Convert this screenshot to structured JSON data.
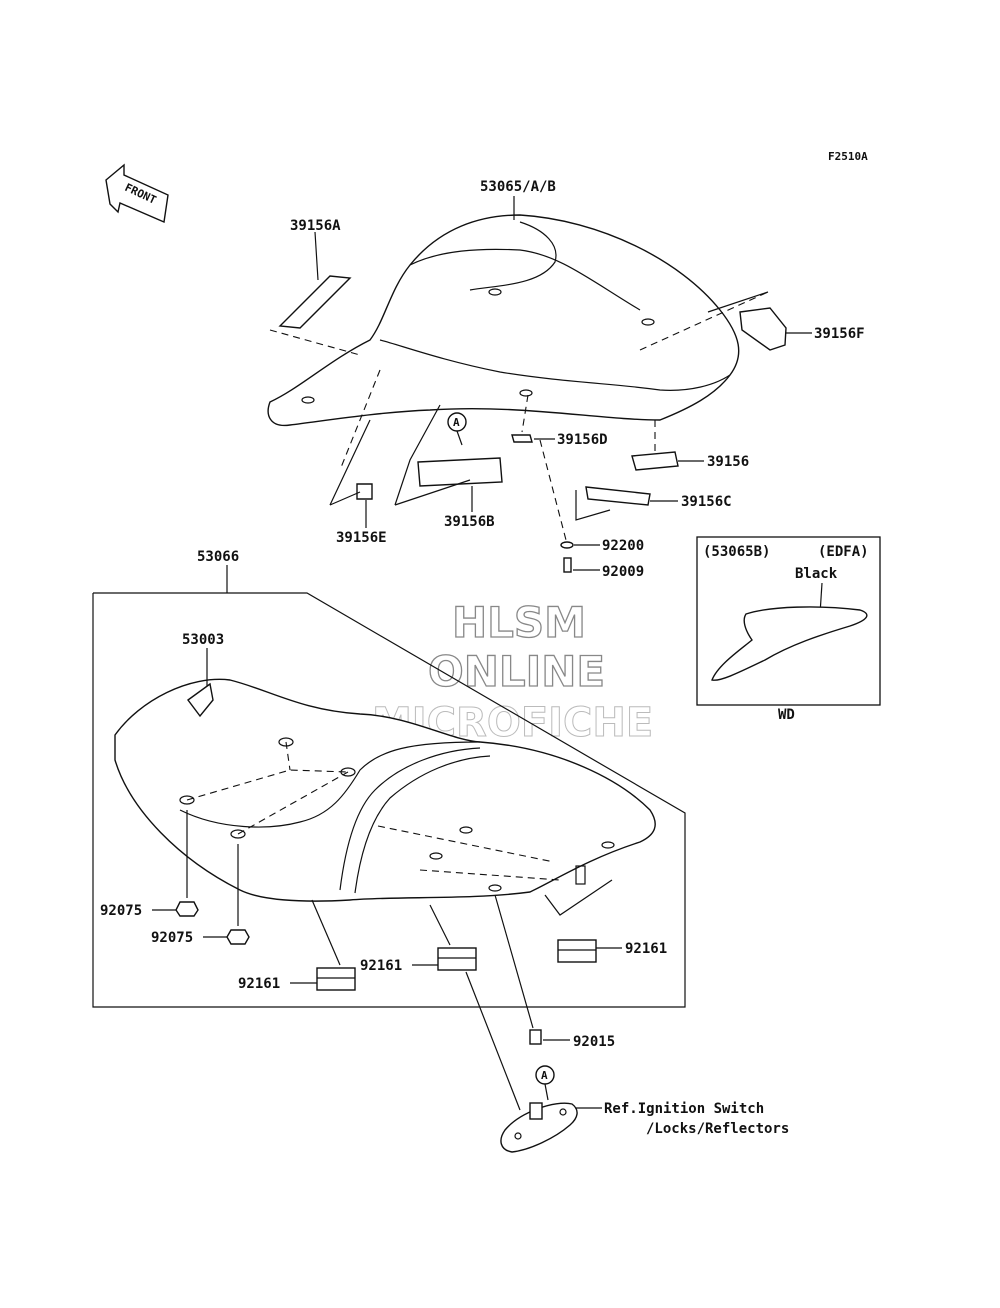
{
  "diagram_code": "F2510A",
  "front_label": "FRONT",
  "watermark": [
    "HLSM",
    "ONLINE",
    "MICROFICHE"
  ],
  "parts": {
    "p53065": "53065/A/B",
    "p39156A": "39156A",
    "p39156F": "39156F",
    "p39156D": "39156D",
    "p39156": "39156",
    "p39156C": "39156C",
    "p39156E": "39156E",
    "p39156B": "39156B",
    "p92200": "92200",
    "p92009": "92009",
    "p53066": "53066",
    "p53003": "53003",
    "p92075a": "92075",
    "p92075b": "92075",
    "p92161a": "92161",
    "p92161b": "92161",
    "p92161c": "92161",
    "p92015": "92015"
  },
  "ref_marker": "A",
  "ref_text": [
    "Ref.Ignition Switch",
    "/Locks/Reflectors"
  ],
  "inset": {
    "code": "(53065B)",
    "variant": "(EDFA)",
    "color": "Black",
    "caption": "WD"
  }
}
